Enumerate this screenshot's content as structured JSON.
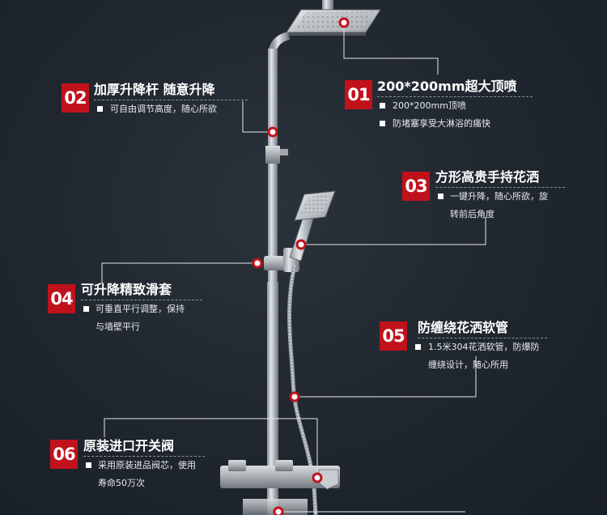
{
  "colors": {
    "accent": "#c1121c",
    "background": "#202830",
    "title_text": "#ffffff",
    "desc_text": "#e8eaec"
  },
  "features": [
    {
      "number": "01",
      "title": "200*200mm超大顶喷",
      "details": [
        "200*200mm顶喷",
        "防堵塞享受大淋浴的痛快"
      ]
    },
    {
      "number": "02",
      "title": "加厚升降杆 随意升降",
      "details": [
        "可自由调节高度，随心所欲"
      ]
    },
    {
      "number": "03",
      "title": "方形高贵手持花洒",
      "details": [
        "一键升降，随心所欲，旋",
        "转前后角度"
      ]
    },
    {
      "number": "04",
      "title": "可升降精致滑套",
      "details": [
        "可垂直平行调整，保持",
        "与墙壁平行"
      ]
    },
    {
      "number": "05",
      "title": "防缠绕花洒软管",
      "details": [
        "1.5米304花洒软管，防爆防",
        "缠绕设计，随心所用"
      ]
    },
    {
      "number": "06",
      "title": "原装进口开关阀",
      "details": [
        "采用原装进品阀芯，使用",
        "寿命50万次"
      ]
    }
  ]
}
